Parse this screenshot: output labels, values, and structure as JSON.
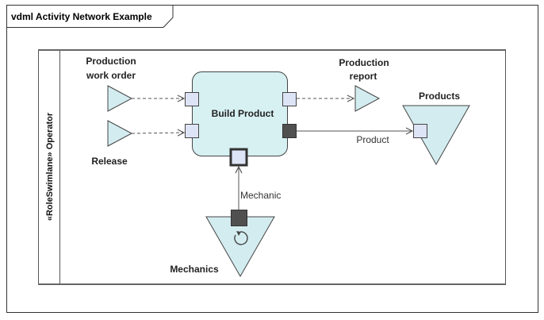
{
  "diagram": {
    "title": "vdml Activity Network Example",
    "swimlane": {
      "label": "«RoleSwimlane» Operator"
    },
    "activity": {
      "label": "Build Product"
    },
    "inputs": [
      {
        "label_line1": "Production",
        "label_line2": "work order"
      },
      {
        "label": "Release"
      }
    ],
    "output": {
      "label_line1": "Production",
      "label_line2": "report"
    },
    "store": {
      "label": "Products",
      "flow_label": "Product"
    },
    "pool": {
      "label": "Mechanics",
      "flow_label": "Mechanic"
    },
    "colors": {
      "activity_fill": "#d7f1f3",
      "triangle_fill": "#d3ecf0",
      "port_fill": "#dde4f6",
      "solid_port": "#505050",
      "border": "#444444"
    }
  }
}
